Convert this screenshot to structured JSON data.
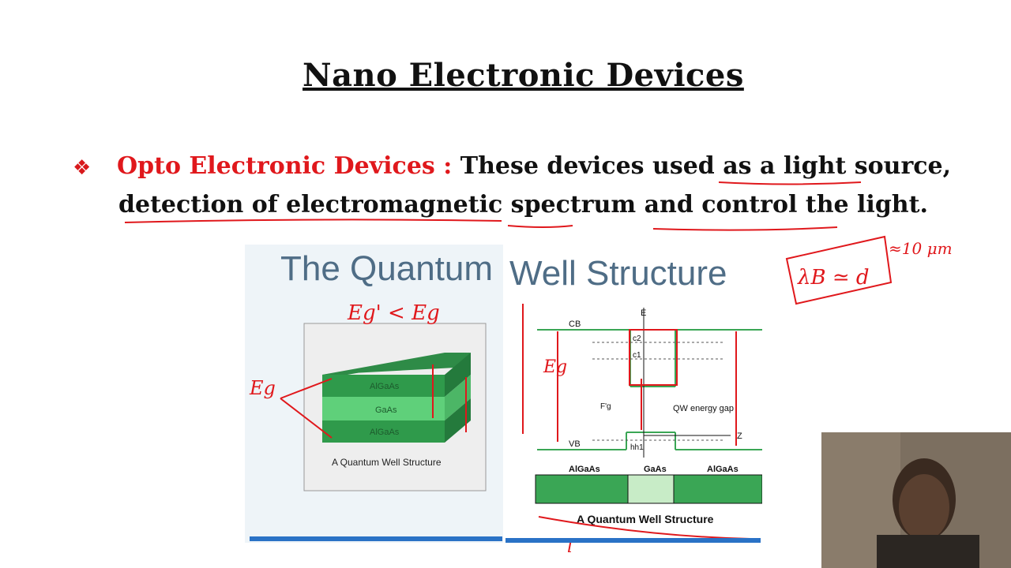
{
  "slide": {
    "title": "Nano Electronic Devices",
    "bullet_symbol": "❖",
    "heading": "Opto Electronic Devices :",
    "text_line1": "These devices used as a light source,",
    "text_line2": "detection of electromagnetic spectrum and control the light."
  },
  "figure_left": {
    "title": "The Quantum",
    "layers": [
      "AlGaAs",
      "GaAs",
      "AlGaAs"
    ],
    "caption": "A Quantum Well Structure"
  },
  "figure_right": {
    "title": "Well Structure",
    "labels": {
      "cb": "CB",
      "vb": "VB",
      "e_axis": "E",
      "z_axis": "Z",
      "c2": "c2",
      "c1": "c1",
      "hh1": "hh1",
      "fg": "F'g",
      "qw_gap": "QW energy gap"
    },
    "materials": [
      "AlGaAs",
      "GaAs",
      "AlGaAs"
    ],
    "caption": "A Quantum Well Structure"
  },
  "annotations": {
    "eg_relation": "Eg' < Eg",
    "eg": "Eg",
    "lambda_eq": "λB ≃ d",
    "approx": "≈10 μm",
    "l": "l"
  },
  "colors": {
    "accent_red": "#e0181c",
    "ink_red": "#d8191c",
    "slide_blue": "#2a72c6",
    "well_green": "#3aa655"
  }
}
